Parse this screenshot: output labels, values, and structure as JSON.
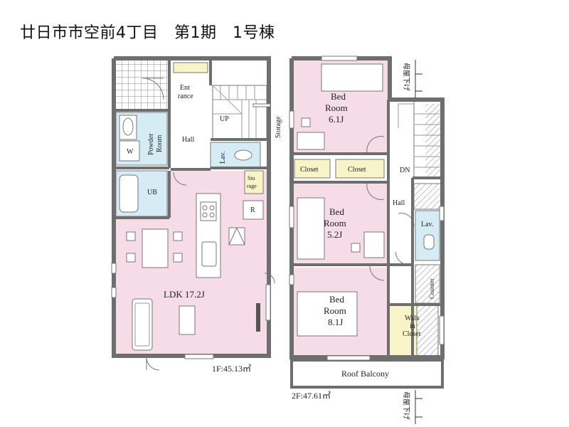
{
  "title": "廿日市市空前4丁目　第1期　1号棟",
  "floor1": {
    "area": "1F:45.13㎡",
    "rooms": {
      "entrance_1": "Ent",
      "entrance_2": "rance",
      "hall": "Hall",
      "up": "UP",
      "powder_1": "Powder",
      "powder_2": "Room",
      "w": "W",
      "lav": "Lav.",
      "ub": "UB",
      "storage_1": "Sto",
      "storage_2": "rage",
      "r": "R",
      "ldk": "LDK  17.2J"
    },
    "storage_ext": "Storage"
  },
  "floor2": {
    "area": "2F:47.61㎡",
    "rooms": {
      "bed1_1": "Bed",
      "bed1_2": "Room",
      "bed1_3": "6.1J",
      "closet1": "Closet",
      "closet2": "Closet",
      "dn": "DN",
      "hall": "Hall",
      "bed2_1": "Bed",
      "bed2_2": "Room",
      "bed2_3": "5.2J",
      "lav": "Lav.",
      "counter": "Counter",
      "bed3_1": "Bed",
      "bed3_2": "Room",
      "bed3_3": "8.1J",
      "walkin_1": "Walk",
      "walkin_2": "in",
      "walkin_3": "Closet",
      "roof_balcony": "Roof Balcony"
    },
    "moya_top": "母屋下げ",
    "moya_bottom": "母屋下げ"
  },
  "colors": {
    "room_pink": "#f6dce6",
    "wet_blue": "#d6ecf4",
    "closet_yellow": "#f8f4c8",
    "wall": "#6e6e6e"
  }
}
